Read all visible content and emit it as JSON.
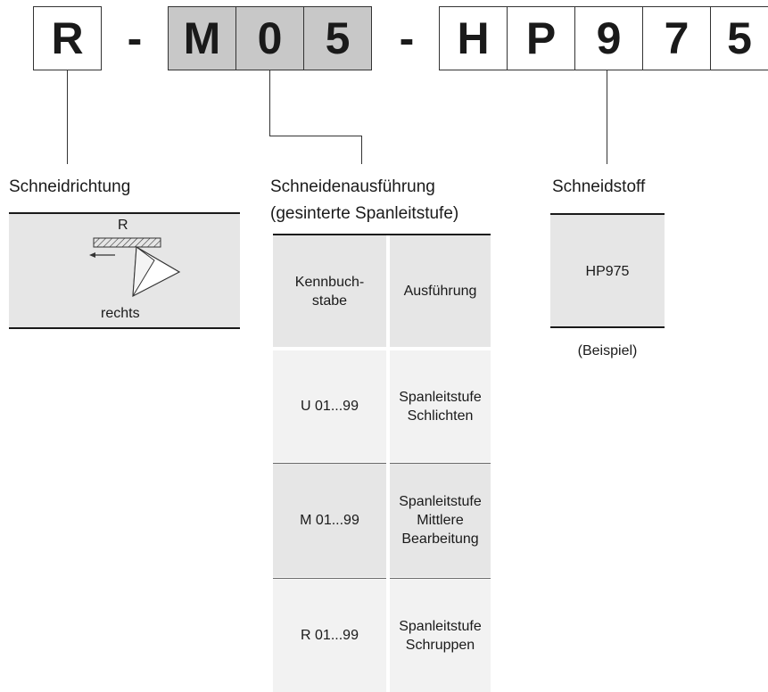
{
  "code": {
    "prefix": "R",
    "dash1": "-",
    "design_chars": [
      "M",
      "0",
      "5"
    ],
    "dash2": "-",
    "material_chars": [
      "H",
      "P",
      "9",
      "7",
      "5"
    ]
  },
  "cutting_direction": {
    "title": "Schneidrichtung",
    "letter": "R",
    "caption": "rechts"
  },
  "cutting_design": {
    "title_line1": "Schneidenausführung",
    "title_line2": "(gesinterte Spanleitstufe)",
    "table": {
      "header": [
        "Kennbuch-\nstabe",
        "Ausführung"
      ],
      "rows": [
        [
          "U  01...99",
          "Spanleitstufe\nSchlichten"
        ],
        [
          "M  01...99",
          "Spanleitstufe\nMittlere\nBearbeitung"
        ],
        [
          "R  01...99",
          "Spanleitstufe\nSchruppen"
        ]
      ]
    }
  },
  "cutting_material": {
    "title": "Schneidstoff",
    "value": "HP975",
    "note": "(Beispiel)"
  },
  "colors": {
    "highlight_box": "#c8c8c8",
    "panel_fill": "#e6e6e6",
    "table_row_dark": "#e6e6e6",
    "table_row_light": "#f2f2f2"
  }
}
